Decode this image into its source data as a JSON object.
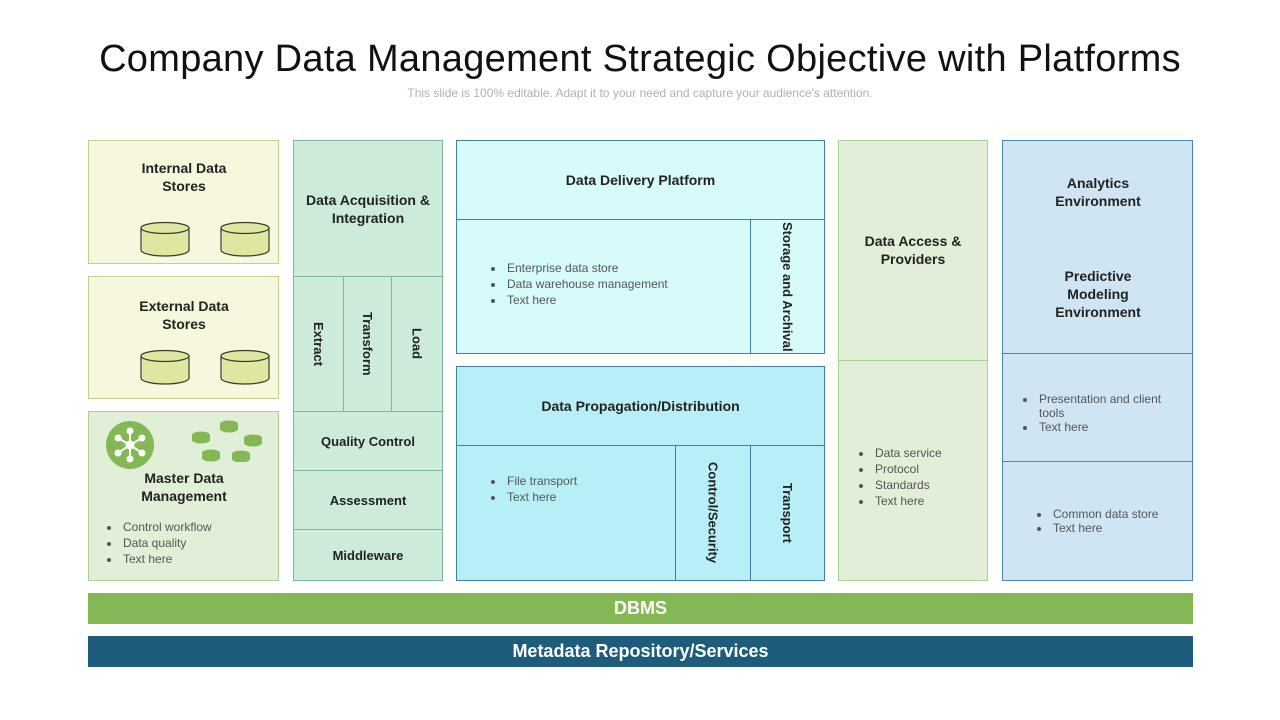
{
  "title": "Company Data Management Strategic Objective with Platforms",
  "subtitle": "This slide is 100% editable. Adapt it to your need and capture your audience's attention.",
  "internal_stores": {
    "label": "Internal Data Stores"
  },
  "external_stores": {
    "label": "External Data Stores"
  },
  "master_data": {
    "label": "Master Data Management",
    "items": [
      "Control workflow",
      "Data quality",
      "Text here"
    ]
  },
  "acquisition": {
    "label": "Data Acquisition & Integration",
    "steps": [
      "Extract",
      "Transform",
      "Load"
    ],
    "quality_control": "Quality Control",
    "assessment": "Assessment",
    "middleware": "Middleware"
  },
  "delivery": {
    "label": "Data Delivery Platform",
    "items": [
      "Enterprise data store",
      "Data warehouse management",
      "Text here"
    ],
    "side_label": "Storage and Archival"
  },
  "propagation": {
    "label": "Data Propagation/Distribution",
    "items": [
      "File transport",
      "Text here"
    ],
    "control_label": "Control/Security",
    "transport_label": "Transport"
  },
  "access": {
    "label": "Data Access & Providers",
    "items": [
      "Data service",
      "Protocol",
      "Standards",
      "Text here"
    ]
  },
  "analytics": {
    "label": "Analytics Environment",
    "predictive_label": "Predictive Modeling Environment",
    "items_a": [
      "Presentation and client tools",
      "Text here"
    ],
    "items_b": [
      "Common data store",
      "Text here"
    ]
  },
  "dbms": "DBMS",
  "metadata": "Metadata Repository/Services",
  "colors": {
    "dbms_bar": "#84b855",
    "metadata_bar": "#1e5c7c",
    "hub_icon": "#84b855",
    "cylinder_fill": "#dfe6a0",
    "cylinder_stroke": "#3a3a3a"
  }
}
